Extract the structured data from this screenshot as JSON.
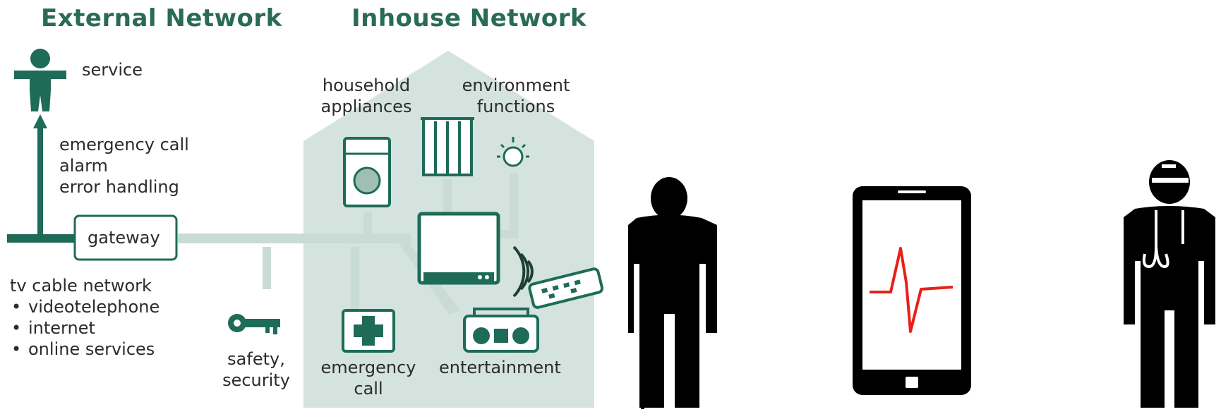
{
  "colors": {
    "green": "#1e6b58",
    "light_green": "#cfe0db",
    "pale_green": "#e4eeeb",
    "black": "#000000",
    "red": "#e8201a"
  },
  "headers": {
    "external": "External Network",
    "inhouse": "Inhouse Network"
  },
  "external": {
    "service": "service",
    "link_lines": [
      "emergency call",
      "alarm",
      "error handling"
    ],
    "gateway": "gateway",
    "cable_title": "tv cable network",
    "cable_items": [
      "videotelephone",
      "internet",
      "online services"
    ],
    "bullet": "•"
  },
  "inhouse": {
    "household_appliances": "household\nappliances",
    "environment_functions": "environment\nfunctions",
    "safety_security": "safety,\nsecurity",
    "emergency_call": "emergency\ncall",
    "entertainment": "entertainment"
  },
  "icons": [
    "service-person-icon",
    "washing-machine-icon",
    "curtains-window-icon",
    "light-bulb-icon",
    "tv-monitor-icon",
    "remote-control-icon",
    "wireless-signal-icon",
    "key-icon",
    "first-aid-icon",
    "radio-boombox-icon",
    "elderly-person-cane-icon",
    "smartphone-ecg-icon",
    "doctor-icon"
  ]
}
